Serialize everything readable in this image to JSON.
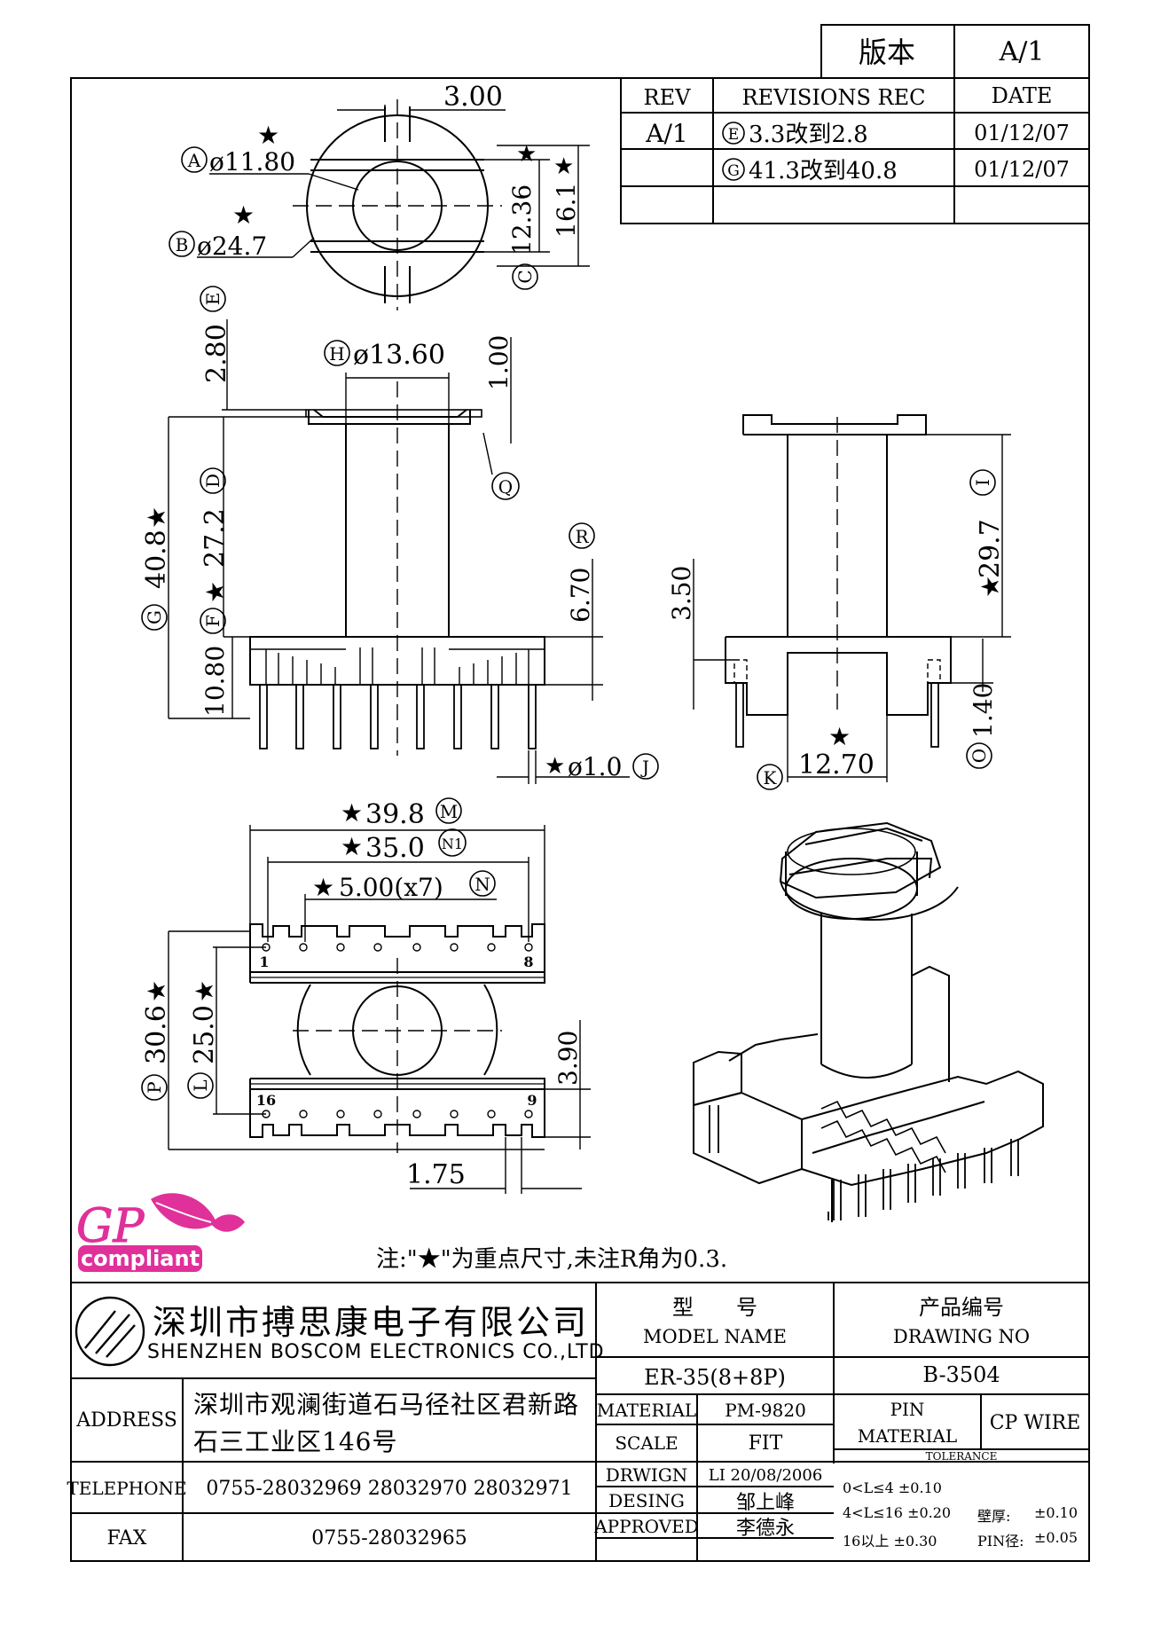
{
  "version_box": {
    "label": "版本",
    "value": "A/1"
  },
  "revision_table": {
    "headers": {
      "rev": "REV",
      "rec": "REVISIONS REC",
      "date": "DATE"
    },
    "rows": [
      {
        "rev": "A/1",
        "mark": "E",
        "text": "3.3改到2.8",
        "date": "01/12/07"
      },
      {
        "rev": "",
        "mark": "G",
        "text": "41.3改到40.8",
        "date": "01/12/07"
      }
    ]
  },
  "dims": {
    "slot_width": "3.00",
    "a_label": "A",
    "a_value": "ø11.80",
    "b_label": "B",
    "b_value": "ø24.7",
    "c_label": "C",
    "c_value": "12.36",
    "outer_height": "16.1",
    "e_label": "E",
    "e_value": "2.80",
    "h_label": "H",
    "h_value": "ø13.60",
    "top_step": "1.00",
    "q_label": "Q",
    "d_label": "D",
    "d_value": "27.2",
    "g_label": "G",
    "g_value": "40.8",
    "f_label": "F",
    "f_value": "10.80",
    "r_label": "R",
    "r_value": "6.70",
    "j_label": "J",
    "j_value": "ø1.0",
    "i_label": "I",
    "i_value": "29.7",
    "side_step": "3.50",
    "o_label": "O",
    "o_value": "1.40",
    "k_label": "K",
    "k_value": "12.70",
    "m_label": "M",
    "m_value": "39.8",
    "n1_label": "N1",
    "n1_value": "35.0",
    "n_label": "N",
    "n_value": "5.00(x7)",
    "p_label": "P",
    "p_value": "30.6",
    "l_label": "L",
    "l_value": "25.0",
    "base_depth": "3.90",
    "pin_offset": "1.75",
    "pin_1": "1",
    "pin_8": "8",
    "pin_16": "16",
    "pin_9": "9"
  },
  "logo": {
    "brand": "GP",
    "badge": "compliant",
    "color": "#e0309a"
  },
  "note": "注:\"★\"为重点尺寸,未注R角为0.3.",
  "title_block": {
    "company_cn": "深圳市搏思康电子有限公司",
    "company_en": "SHENZHEN BOSCOM ELECTRONICS CO.,LTD",
    "model_label_cn": "型　　号",
    "model_label_en": "MODEL NAME",
    "model_value": "ER-35(8+8P)",
    "drawing_label_cn": "产品编号",
    "drawing_label_en": "DRAWING NO",
    "drawing_value": "B-3504",
    "address_label": "ADDRESS",
    "address_line1": "深圳市观澜街道石马径社区君新路",
    "address_line2": "石三工业区146号",
    "telephone_label": "TELEPHONE",
    "telephone_value": "0755-28032969  28032970  28032971",
    "fax_label": "FAX",
    "fax_value": "0755-28032965",
    "material_label": "MATERIAL",
    "material_value": "PM-9820",
    "scale_label": "SCALE",
    "scale_value": "FIT",
    "drawn_label": "DRWIGN",
    "drawn_value": "LI 20/08/2006",
    "design_label": "DESING",
    "design_value": "邹上峰",
    "approved_label": "APPROVED",
    "approved_value": "李德永",
    "pin_material_label1": "PIN",
    "pin_material_label2": "MATERIAL",
    "pin_material_value": "CP WIRE",
    "tolerance_label": "TOLERANCE",
    "tol_1": "0<L≤4  ±0.10",
    "tol_2": "4<L≤16  ±0.20",
    "tol_3": "16以上    ±0.30",
    "wall_label": "壁厚:",
    "wall_value": "±0.10",
    "pin_dia_label": "PIN径:",
    "pin_dia_value": "±0.05"
  }
}
